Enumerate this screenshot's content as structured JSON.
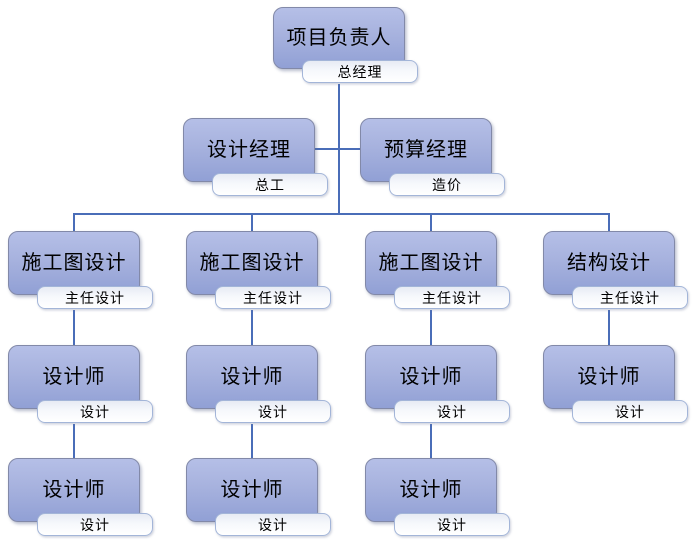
{
  "org": {
    "nodes": [
      {
        "title": "项目负责人",
        "subtitle": "总经理"
      },
      {
        "title": "设计经理",
        "subtitle": "总工"
      },
      {
        "title": "预算经理",
        "subtitle": "造价"
      },
      {
        "title": "施工图设计",
        "subtitle": "主任设计"
      },
      {
        "title": "施工图设计",
        "subtitle": "主任设计"
      },
      {
        "title": "施工图设计",
        "subtitle": "主任设计"
      },
      {
        "title": "结构设计",
        "subtitle": "主任设计"
      },
      {
        "title": "设计师",
        "subtitle": "设计"
      },
      {
        "title": "设计师",
        "subtitle": "设计"
      },
      {
        "title": "设计师",
        "subtitle": "设计"
      },
      {
        "title": "设计师",
        "subtitle": "设计"
      },
      {
        "title": "设计师",
        "subtitle": "设计"
      },
      {
        "title": "设计师",
        "subtitle": "设计"
      },
      {
        "title": "设计师",
        "subtitle": "设计"
      }
    ],
    "colors": {
      "node_fill_top": "#b5bfe7",
      "node_fill_bottom": "#91a0d5",
      "node_border": "#8289a8",
      "badge_fill_top": "#e7ebf4",
      "badge_fill_bottom": "#ffffff",
      "badge_border": "#a3b5d8",
      "connector": "#4a6db8",
      "text": "#000000"
    }
  }
}
